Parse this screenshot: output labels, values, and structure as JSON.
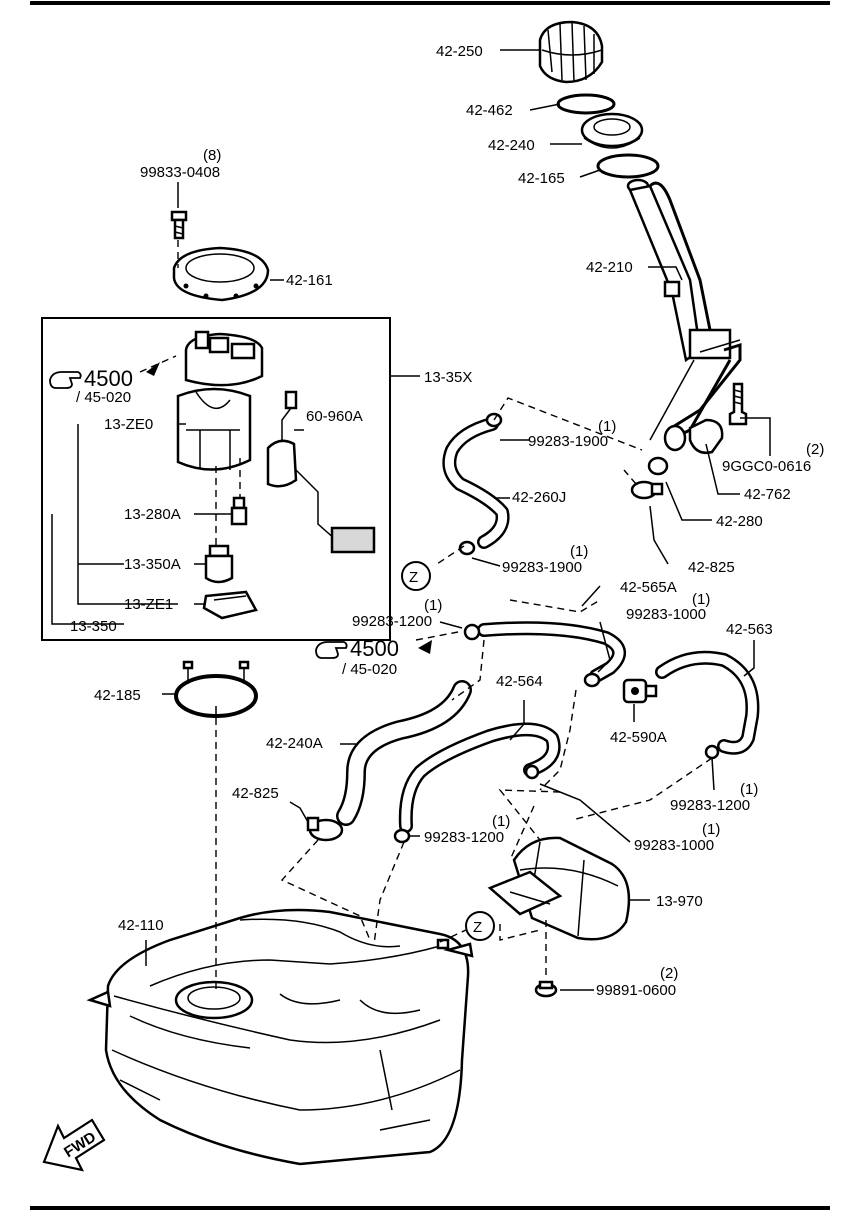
{
  "callouts": {
    "p42_250": "42-250",
    "p42_462": "42-462",
    "p42_240": "42-240",
    "p42_165": "42-165",
    "p42_210": "42-210",
    "q8": "(8)",
    "p99833_0408": "99833-0408",
    "p42_161": "42-161",
    "p13_35x": "13-35X",
    "p4500_a": "4500",
    "p45_020_a": "/ 45-020",
    "p13_ze0": "13-ZE0",
    "p60_960a": "60-960A",
    "p13_280a": "13-280A",
    "p13_350a": "13-350A",
    "p13_ze1": "13-ZE1",
    "p13_350": "13-350",
    "q1_a": "(1)",
    "p99283_1900_a": "99283-1900",
    "p42_260j": "42-260J",
    "q1_b": "(1)",
    "p99283_1900_b": "99283-1900",
    "q2_a": "(2)",
    "p9ggc0_0616": "9GGC0-0616",
    "p42_762": "42-762",
    "p42_280": "42-280",
    "p42_825_a": "42-825",
    "p42_565a": "42-565A",
    "q1_c": "(1)",
    "p99283_1000_a": "99283-1000",
    "q1_d": "(1)",
    "p99283_1200_a": "99283-1200",
    "p4500_b": "4500",
    "p45_020_b": "/ 45-020",
    "p42_563": "42-563",
    "p42_564": "42-564",
    "p42_590a": "42-590A",
    "p42_185": "42-185",
    "p42_240a": "42-240A",
    "q1_e": "(1)",
    "p99283_1200_b": "99283-1200",
    "p42_825_b": "42-825",
    "q1_f": "(1)",
    "p99283_1200_c": "99283-1200",
    "q1_g": "(1)",
    "p99283_1000_b": "99283-1000",
    "p13_970": "13-970",
    "p42_110": "42-110",
    "q2_b": "(2)",
    "p99891_0600": "99891-0600",
    "z_a": "Z",
    "z_b": "Z",
    "fwd": "FWD"
  },
  "icons": {
    "reference_hand": "pointing-hand-icon",
    "forward_arrow": "fwd-arrow-icon"
  }
}
